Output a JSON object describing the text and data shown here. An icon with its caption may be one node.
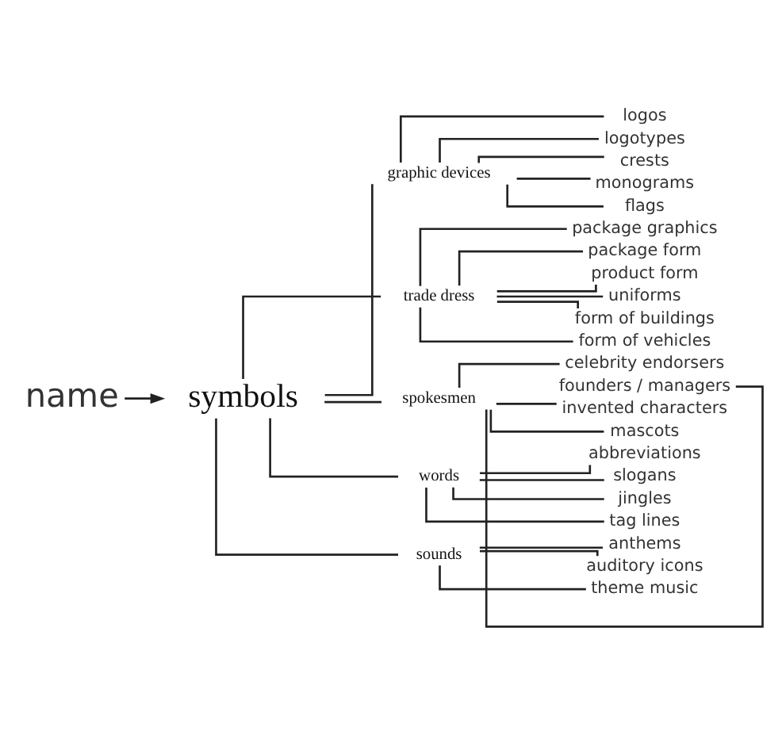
{
  "diagram": {
    "nodes": [
      {
        "text": [
          "name"
        ]
      },
      {
        "text": [
          "symbols"
        ]
      },
      {
        "text": [
          "graphic devices"
        ]
      },
      {
        "text": [
          "logos"
        ]
      },
      {
        "text": [
          "logotypes"
        ]
      },
      {
        "text": [
          "crests"
        ]
      },
      {
        "text": [
          "monograms"
        ]
      },
      {
        "text": [
          "flags"
        ]
      },
      {
        "text": [
          "trade dress"
        ]
      },
      {
        "text": [
          "package graphics"
        ]
      },
      {
        "text": [
          "package form"
        ]
      },
      {
        "text": [
          "product form"
        ]
      },
      {
        "text": [
          "uniforms"
        ]
      },
      {
        "text": [
          "form of buildings"
        ]
      },
      {
        "text": [
          "form of vehicles"
        ]
      },
      {
        "text": [
          "spokesmen"
        ]
      },
      {
        "text": [
          "celebrity endorsers"
        ]
      },
      {
        "text": [
          "founders / managers"
        ]
      },
      {
        "text": [
          "invented characters"
        ]
      },
      {
        "text": [
          "mascots"
        ]
      },
      {
        "text": [
          "words"
        ]
      },
      {
        "text": [
          "abbreviations"
        ]
      },
      {
        "text": [
          "slogans"
        ]
      },
      {
        "text": [
          "jingles"
        ]
      },
      {
        "text": [
          "tag lines"
        ]
      },
      {
        "text": [
          "sounds"
        ]
      },
      {
        "text": [
          "anthems"
        ]
      },
      {
        "text": [
          "auditory icons"
        ]
      },
      {
        "text": [
          "theme music"
        ]
      }
    ],
    "edges": [
      {
        "from": 0,
        "to": 1,
        "arrow": "to"
      },
      {
        "from": 1,
        "to": 2,
        "arrow": "none"
      },
      {
        "from": 1,
        "to": 8,
        "arrow": "none"
      },
      {
        "from": 1,
        "to": 15,
        "arrow": "none"
      },
      {
        "from": 1,
        "to": 20,
        "arrow": "none"
      },
      {
        "from": 1,
        "to": 25,
        "arrow": "none"
      },
      {
        "from": 2,
        "to": 3,
        "arrow": "none"
      },
      {
        "from": 2,
        "to": 4,
        "arrow": "none"
      },
      {
        "from": 2,
        "to": 5,
        "arrow": "none"
      },
      {
        "from": 2,
        "to": 6,
        "arrow": "none"
      },
      {
        "from": 2,
        "to": 7,
        "arrow": "none"
      },
      {
        "from": 8,
        "to": 9,
        "arrow": "none"
      },
      {
        "from": 8,
        "to": 10,
        "arrow": "none"
      },
      {
        "from": 8,
        "to": 11,
        "arrow": "none"
      },
      {
        "from": 8,
        "to": 12,
        "arrow": "none"
      },
      {
        "from": 8,
        "to": 13,
        "arrow": "none"
      },
      {
        "from": 8,
        "to": 14,
        "arrow": "none"
      },
      {
        "from": 15,
        "to": 16,
        "arrow": "none"
      },
      {
        "from": 15,
        "to": 17,
        "arrow": "none"
      },
      {
        "from": 15,
        "to": 18,
        "arrow": "none"
      },
      {
        "from": 15,
        "to": 19,
        "arrow": "none"
      },
      {
        "from": 20,
        "to": 21,
        "arrow": "none"
      },
      {
        "from": 20,
        "to": 22,
        "arrow": "none"
      },
      {
        "from": 20,
        "to": 23,
        "arrow": "none"
      },
      {
        "from": 20,
        "to": 24,
        "arrow": "none"
      },
      {
        "from": 25,
        "to": 26,
        "arrow": "none"
      },
      {
        "from": 25,
        "to": 27,
        "arrow": "none"
      },
      {
        "from": 25,
        "to": 28,
        "arrow": "none"
      }
    ]
  }
}
